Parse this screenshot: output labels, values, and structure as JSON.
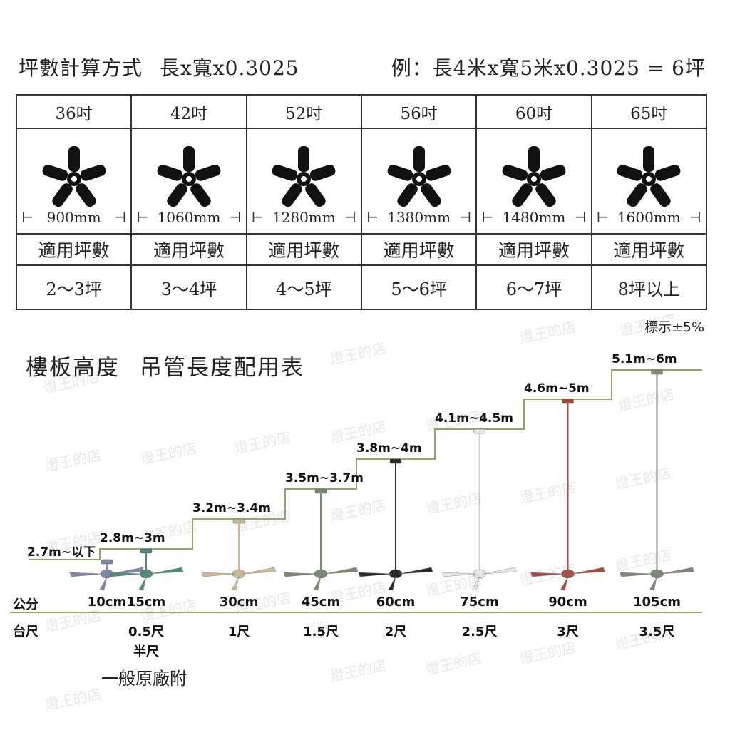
{
  "header": {
    "formula_title": "坪數計算方式",
    "formula": "長x寬x0.3025",
    "example": "例：長4米x寬5米x0.3025 = 6坪"
  },
  "size_table": {
    "applicable_label": "適用坪數",
    "columns": [
      {
        "size": "36吋",
        "diameter": "900mm",
        "area": "2～3坪"
      },
      {
        "size": "42吋",
        "diameter": "1060mm",
        "area": "3～4坪"
      },
      {
        "size": "52吋",
        "diameter": "1280mm",
        "area": "4～5坪"
      },
      {
        "size": "56吋",
        "diameter": "1380mm",
        "area": "5～6坪"
      },
      {
        "size": "60吋",
        "diameter": "1480mm",
        "area": "6～7坪"
      },
      {
        "size": "65吋",
        "diameter": "1600mm",
        "area": "8坪以上"
      }
    ],
    "tolerance": "標示±5%"
  },
  "downrod_chart": {
    "title": "樓板高度",
    "subtitle": "吊管長度配用表",
    "cm_row_label": "公分",
    "taiwan_feet_row_label": "台尺",
    "factory_note": "一般原廠附",
    "steps": [
      {
        "height": "2.7m~以下",
        "rod_cm": "10cm",
        "rod_feet": "",
        "fan_color": "#7f86a6"
      },
      {
        "height": "2.8m~3m",
        "rod_cm": "15cm",
        "rod_feet": "0.5尺",
        "rod_feet_note": "半尺",
        "fan_color": "#4f8a7f"
      },
      {
        "height": "3.2m~3.4m",
        "rod_cm": "30cm",
        "rod_feet": "1尺",
        "fan_color": "#cbb896"
      },
      {
        "height": "3.5m~3.7m",
        "rod_cm": "45cm",
        "rod_feet": "1.5尺",
        "fan_color": "#7c8a73"
      },
      {
        "height": "3.8m~4m",
        "rod_cm": "60cm",
        "rod_feet": "2尺",
        "fan_color": "#2a2a2a"
      },
      {
        "height": "4.1m~4.5m",
        "rod_cm": "75cm",
        "rod_feet": "2.5尺",
        "fan_color": "#e6e6e6"
      },
      {
        "height": "4.6m~5m",
        "rod_cm": "90cm",
        "rod_feet": "3尺",
        "fan_color": "#a84a3e"
      },
      {
        "height": "5.1m~6m",
        "rod_cm": "105cm",
        "rod_feet": "3.5尺",
        "fan_color": "#7d8a78"
      }
    ],
    "line_color": "#8fa86a"
  },
  "watermark_text": "燈王的店"
}
